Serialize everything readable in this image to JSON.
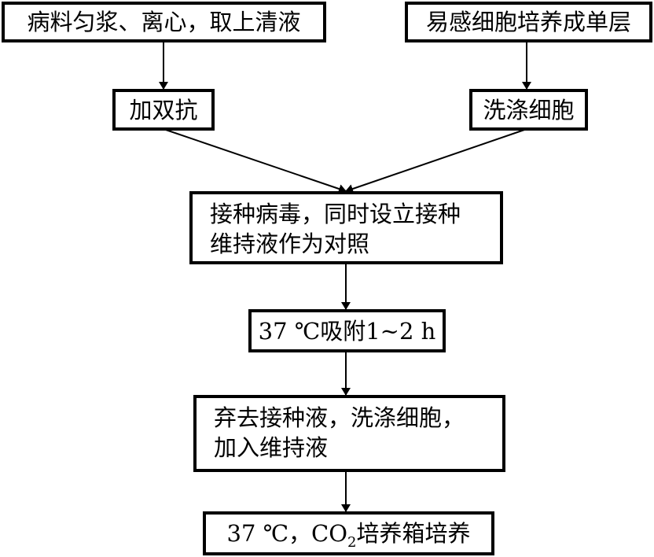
{
  "flowchart": {
    "box_tissue": "病料匀浆、离心，取上清液",
    "box_cells": "易感细胞培养成单层",
    "box_antibiotics": "加双抗",
    "box_wash_cells": "洗涤细胞",
    "box_inoculate": {
      "line1": "接种病毒，同时设立接种",
      "line2": "维持液作为对照"
    },
    "box_adsorb": "37 ℃吸附1~2 h",
    "box_discard": {
      "line1": "弃去接种液，洗涤细胞，",
      "line2": "加入维持液"
    },
    "box_incubate": {
      "prefix": "37 ℃，CO",
      "subscript": "2",
      "suffix": "培养箱培养"
    }
  }
}
